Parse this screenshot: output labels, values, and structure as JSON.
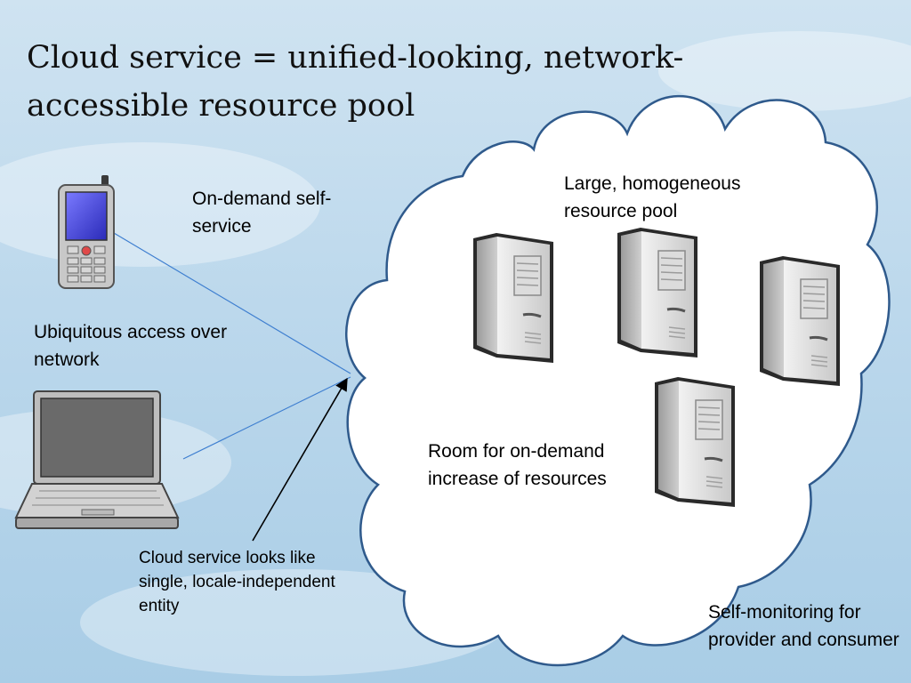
{
  "title": "Cloud service = unified-looking, network-accessible resource pool",
  "labels": {
    "on_demand": "On-demand self-service",
    "ubiquitous": "Ubiquitous access over network",
    "large_pool": "Large, homogeneous resource pool",
    "room": "Room for on-demand increase of resources",
    "single_entity": "Cloud service looks like single, locale-independent entity",
    "self_monitoring": "Self-monitoring for provider and consumer"
  },
  "colors": {
    "cloud_outline": "#2f5a8c",
    "connector_line": "#3f7fd0",
    "arrow": "#000000"
  },
  "icons": [
    "mobile-phone-icon",
    "laptop-icon",
    "server-icon"
  ]
}
